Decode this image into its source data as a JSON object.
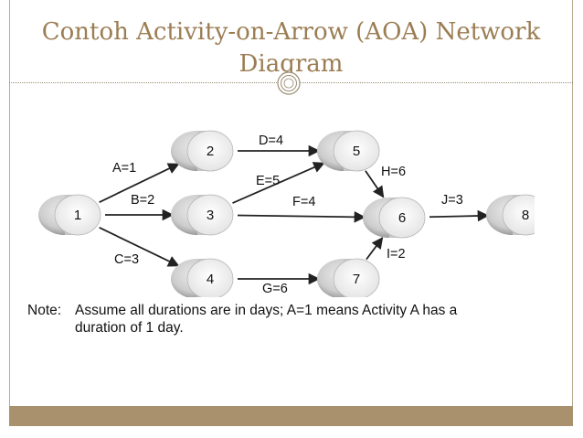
{
  "slide": {
    "title": "Contoh Activity-on-Arrow (AOA) Network Diagram",
    "note_label": "Note:",
    "note_line1": "Assume all durations are in days;  A=1 means Activity A has a",
    "note_line2": "duration of 1 day."
  },
  "colors": {
    "title": "#9b7d53",
    "footer_bar": "#a8916c",
    "node_fill": "#cfcfcf",
    "arrow": "#222222"
  },
  "network": {
    "nodes": [
      {
        "id": "1",
        "label": "1"
      },
      {
        "id": "2",
        "label": "2"
      },
      {
        "id": "3",
        "label": "3"
      },
      {
        "id": "4",
        "label": "4"
      },
      {
        "id": "5",
        "label": "5"
      },
      {
        "id": "6",
        "label": "6"
      },
      {
        "id": "7",
        "label": "7"
      },
      {
        "id": "8",
        "label": "8"
      }
    ],
    "activities": [
      {
        "label": "A=1",
        "from": "1",
        "to": "2"
      },
      {
        "label": "B=2",
        "from": "1",
        "to": "3"
      },
      {
        "label": "C=3",
        "from": "1",
        "to": "4"
      },
      {
        "label": "D=4",
        "from": "2",
        "to": "5"
      },
      {
        "label": "E=5",
        "from": "3",
        "to": "5"
      },
      {
        "label": "F=4",
        "from": "3",
        "to": "6"
      },
      {
        "label": "G=6",
        "from": "4",
        "to": "7"
      },
      {
        "label": "H=6",
        "from": "5",
        "to": "6"
      },
      {
        "label": "I=2",
        "from": "7",
        "to": "6"
      },
      {
        "label": "J=3",
        "from": "6",
        "to": "8"
      }
    ]
  }
}
